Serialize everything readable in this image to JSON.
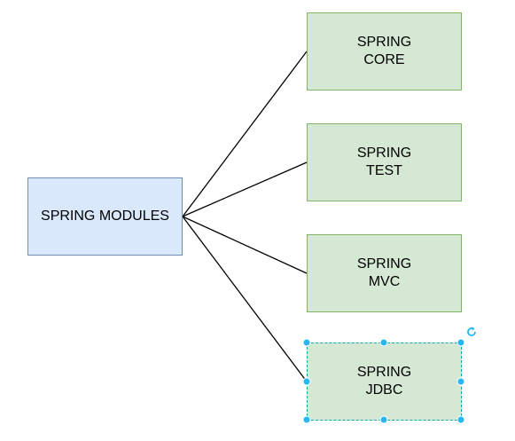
{
  "diagram": {
    "root": {
      "label": "SPRING MODULES"
    },
    "children": [
      {
        "id": "core",
        "label": "SPRING\nCORE"
      },
      {
        "id": "test",
        "label": "SPRING\nTEST"
      },
      {
        "id": "mvc",
        "label": "SPRING\nMVC"
      },
      {
        "id": "jdbc",
        "label": "SPRING\nJDBC",
        "selected": true
      }
    ],
    "colors": {
      "root_fill": "#dae8fc",
      "root_stroke": "#6c8ebf",
      "child_fill": "#d5e8d4",
      "child_stroke": "#82b366",
      "edge": "#000000",
      "selection_handle": "#29b6f2"
    }
  },
  "icons": {
    "rotate": "rotate-icon"
  }
}
